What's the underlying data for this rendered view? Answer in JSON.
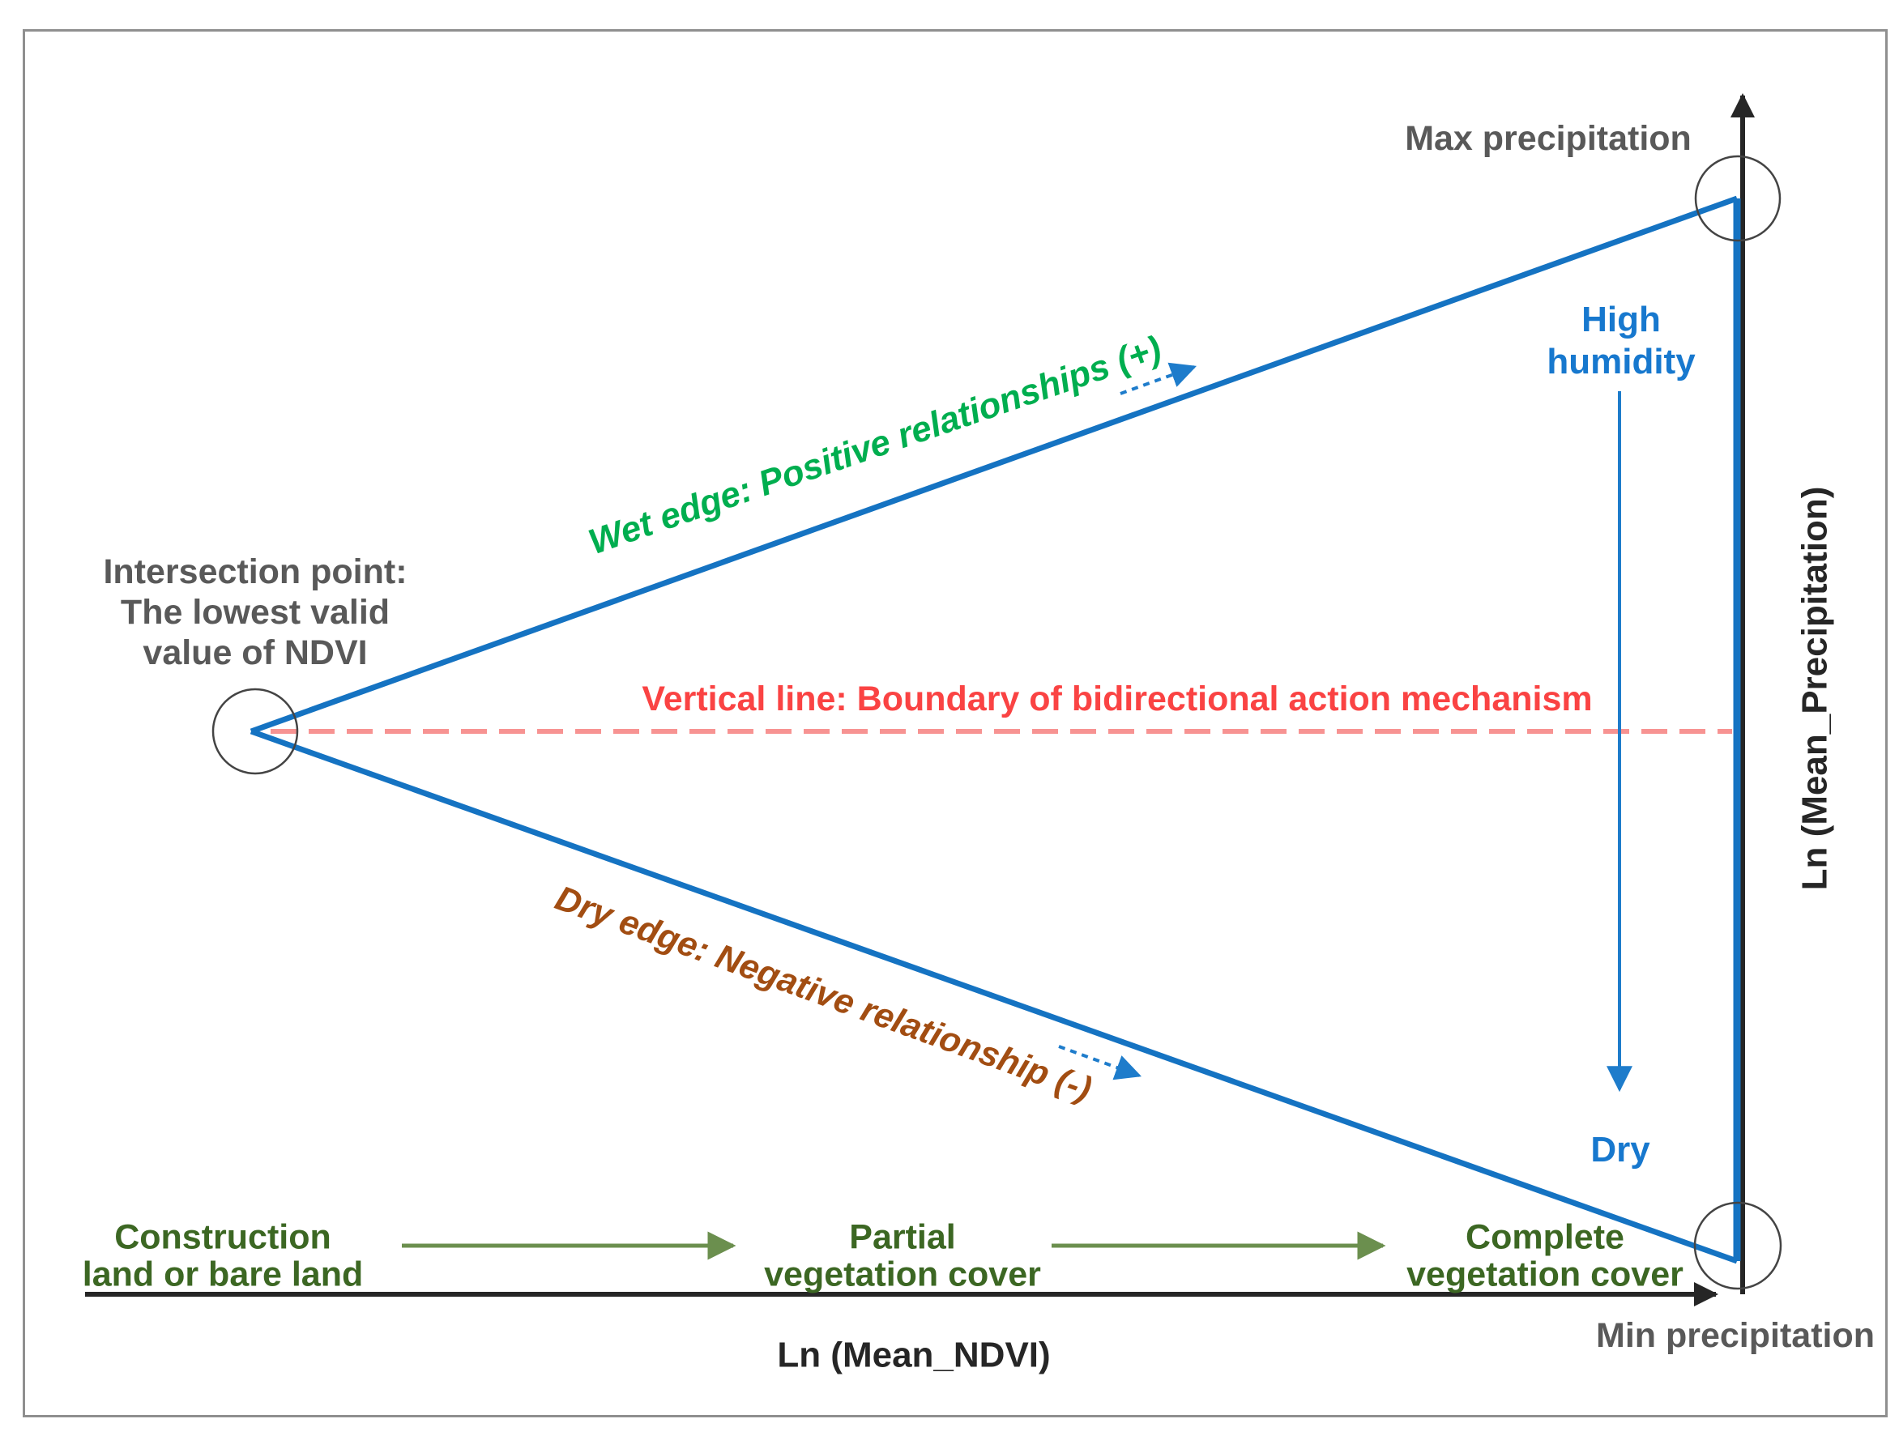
{
  "labels": {
    "max_precipitation": "Max precipitation",
    "min_precipitation": "Min precipitation",
    "high_humidity": "High\nhumidity",
    "dry": "Dry",
    "intersection_point": "Intersection point:\nThe lowest valid\nvalue of NDVI",
    "wet_edge": "Wet edge: Positive relationships (+)",
    "dry_edge": "Dry edge: Negative relationship (-)",
    "boundary_line": "Vertical line: Boundary of bidirectional action mechanism",
    "construction_land": "Construction\nland or bare land",
    "partial_vegetation": "Partial\nvegetation cover",
    "complete_vegetation": "Complete\nvegetation cover",
    "x_axis": "Ln (Mean_NDVI)",
    "y_axis": "Ln (Mean_Precipitation)"
  },
  "colors": {
    "triangle_blue": "#1573C2",
    "arrow_blue": "#1E7CCB",
    "humidity_blue": "#1778CE",
    "wet_green": "#00AE4F",
    "dry_brown": "#A24D12",
    "boundary_red": "#FA4343",
    "boundary_dash": "#F79392",
    "gray_label": "#595959",
    "land_green": "#3C6723",
    "land_arrow_green": "#6B8F4E",
    "axis_black": "#262626",
    "circle_gray": "#444444",
    "frame_gray": "#8F8F8F"
  }
}
